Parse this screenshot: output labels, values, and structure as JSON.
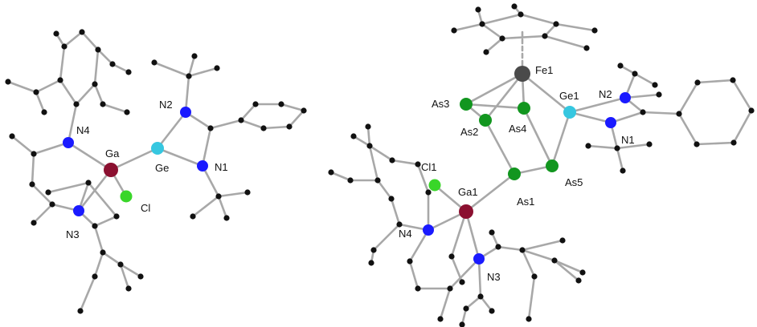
{
  "colors": {
    "background": "#ffffff",
    "bond": "#a8a8a8",
    "carbon": "#111111",
    "nitrogen": "#1a1aff",
    "gallium": "#8b1030",
    "germanium": "#36c7e0",
    "chlorine": "#39d629",
    "arsenic": "#12961f",
    "iron": "#4a4a4a"
  },
  "left_structure": {
    "labels": {
      "ga": "Ga",
      "ge": "Ge",
      "cl": "Cl",
      "n1": "N1",
      "n2": "N2",
      "n3": "N3",
      "n4": "N4"
    }
  },
  "right_structure": {
    "labels": {
      "fe1": "Fe1",
      "ge1": "Ge1",
      "ga1": "Ga1",
      "cl1": "Cl1",
      "as1": "As1",
      "as2": "As2",
      "as3": "As3",
      "as4": "As4",
      "as5": "As5",
      "n1": "N1",
      "n2": "N2",
      "n3": "N3",
      "n4": "N4"
    }
  }
}
